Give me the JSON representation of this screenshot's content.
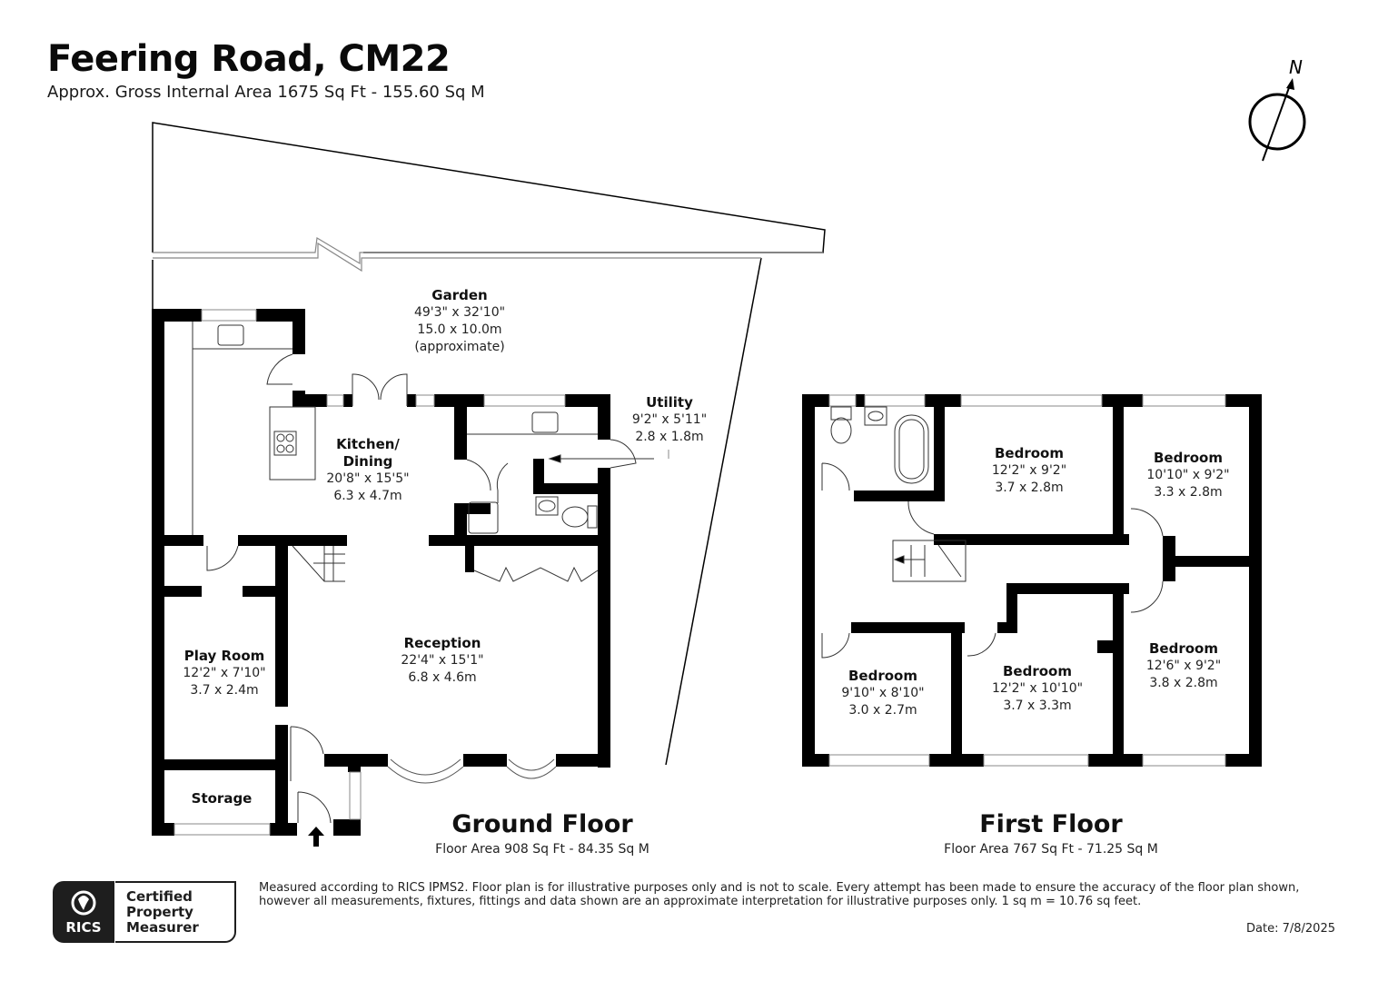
{
  "header": {
    "title": "Feering Road, CM22",
    "subtitle": "Approx. Gross Internal Area 1675 Sq Ft - 155.60 Sq M"
  },
  "compass": {
    "label": "N",
    "icon": "north-arrow-icon"
  },
  "ground_floor": {
    "title": "Ground Floor",
    "area": "Floor Area 908 Sq Ft - 84.35 Sq M",
    "rooms": [
      {
        "name": "Garden",
        "dim_imperial": "49'3\" x 32'10\"",
        "dim_metric": "15.0 x 10.0m",
        "note": "(approximate)"
      },
      {
        "name": "Kitchen/",
        "name2": "Dining",
        "dim_imperial": "20'8\" x 15'5\"",
        "dim_metric": "6.3 x 4.7m"
      },
      {
        "name": "Utility",
        "dim_imperial": "9'2\" x 5'11\"",
        "dim_metric": "2.8 x 1.8m"
      },
      {
        "name": "Reception",
        "dim_imperial": "22'4\" x 15'1\"",
        "dim_metric": "6.8 x 4.6m"
      },
      {
        "name": "Play Room",
        "dim_imperial": "12'2\" x 7'10\"",
        "dim_metric": "3.7 x 2.4m"
      },
      {
        "name": "Storage"
      }
    ]
  },
  "first_floor": {
    "title": "First Floor",
    "area": "Floor Area 767 Sq Ft - 71.25 Sq M",
    "rooms": [
      {
        "name": "Bedroom",
        "dim_imperial": "12'2\" x 9'2\"",
        "dim_metric": "3.7 x 2.8m"
      },
      {
        "name": "Bedroom",
        "dim_imperial": "10'10\" x 9'2\"",
        "dim_metric": "3.3 x 2.8m"
      },
      {
        "name": "Bedroom",
        "dim_imperial": "9'10\" x 8'10\"",
        "dim_metric": "3.0 x 2.7m"
      },
      {
        "name": "Bedroom",
        "dim_imperial": "12'2\" x 10'10\"",
        "dim_metric": "3.7 x 3.3m"
      },
      {
        "name": "Bedroom",
        "dim_imperial": "12'6\" x 9'2\"",
        "dim_metric": "3.8 x 2.8m"
      }
    ]
  },
  "footer": {
    "logo": {
      "brand": "RICS",
      "line1": "Certified",
      "line2": "Property",
      "line3": "Measurer"
    },
    "disclaimer_line1": "Measured according to RICS IPMS2. Floor plan is for illustrative purposes only and is not to scale. Every attempt has been made to ensure the accuracy of the floor plan shown,",
    "disclaimer_line2": "however all measurements, fixtures, fittings and data shown are an approximate interpretation for illustrative purposes only. 1 sq m = 10.76 sq feet.",
    "date": "Date: 7/8/2025"
  },
  "colors": {
    "wall": "#000000",
    "thin_line": "#333333",
    "window": "#9a9a9a",
    "background": "#ffffff"
  }
}
